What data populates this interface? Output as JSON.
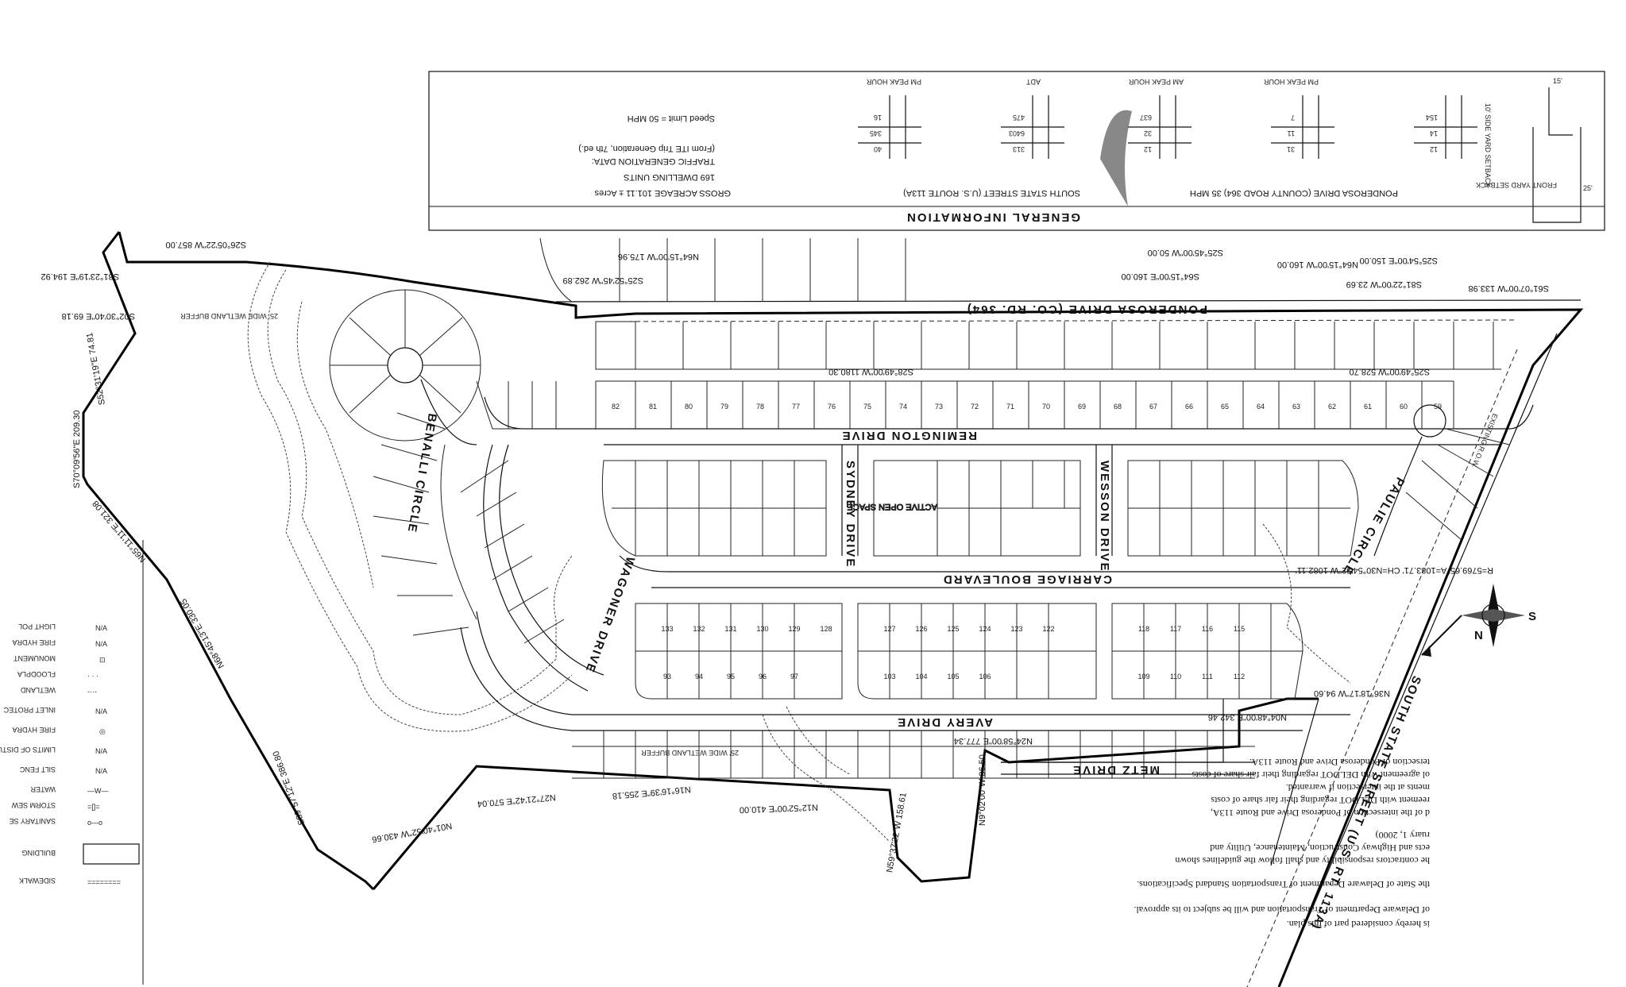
{
  "general_info": {
    "title": "GENERAL INFORMATION",
    "gross_acreage": "GROSS ACREAGE   101.11 ± Acres",
    "dwelling_units": "169 DWELLING UNITS",
    "trip_gen": "TRAFFIC GENERATION DATA:",
    "trip_source": "(From ITE Trip Generation, 7th ed.)",
    "speed_limit": "Speed Limit = 50 MPH",
    "road1": "SOUTH STATE STREET (U.S. ROUTE 113A)",
    "road2": "PONDEROSA DRIVE (COUNTY ROAD 364)  35 MPH",
    "pm_peak": "PM PEAK HOUR",
    "am_peak": "AM PEAK HOUR",
    "adt": "ADT",
    "pm_peak_2": "PM PEAK HOUR",
    "am_peak_2": "AM PEAK HOUR",
    "front_yard": "FRONT YARD SETBACK",
    "side_yard": "10' SIDE YARD SETBACK",
    "rear": "25'",
    "setback_side": "15'"
  },
  "streets": {
    "ponderosa": "PONDEROSA DRIVE (CO. RD. 364)",
    "remington": "REMINGTON DRIVE",
    "carriage": "CARRIAGE BOULEVARD",
    "avery": "AVERY DRIVE",
    "sydney": "SYDNEY DRIVE",
    "wesson": "WESSON DRIVE",
    "waggoner": "WAGONER DRIVE",
    "benali": "BENALLI CIRCLE",
    "paulie": "PAULIE CIRCLE",
    "south_state": "SOUTH STATE STREET (U.S. RT. 113A)",
    "metz": "METZ DRIVE"
  },
  "open_space": "ACTIVE OPEN SPACE",
  "bearings": {
    "b1": "S26°05'22\"W  857.00",
    "b2": "S81°23'19\"E  194.92",
    "b3": "S02°30'40\"E  69.18",
    "b4": "S52°31'19\"E  74.81",
    "b5": "S70°09'56\"E  209.30",
    "b6": "N65°11'11\"E  321.08",
    "b7": "N68°45'13\"E  330.05",
    "b8": "S25°49'00\"W  528.70",
    "b9": "S28°49'00\"W  1180.30",
    "b10": "S25°52'45\"W  262.89",
    "b11": "N64°15'00\"W  175.96",
    "b12": "S64°15'00\"E  160.00",
    "b13": "S25°45'00\"W  50.00",
    "b14": "N64°15'00\"W  160.00",
    "b15": "S81°22'00\"W  23.69",
    "b16": "S25°54'00\"E  150.00",
    "b17": "S61°07'00\"W  133.98",
    "b18": "N36°18'17\"W  94.60",
    "b19": "N24°58'00\"E  777.34",
    "b20": "N04°48'00\"E  342.46",
    "b21": "N01°40'52\"W  430.66",
    "b22": "N16°16'39\"E  255.18",
    "b23": "N12°52'00\"E  410.00",
    "b24": "N27°21'42\"E  570.04",
    "b25": "N59°37'22\"W  158.61",
    "b26": "S89°57'12\"E  386.80",
    "b27": "N9°02'00\"W  36.50",
    "curve": "R=5769.65'  A=1083.71'  CH=N30°54'52\"W  1082.11'",
    "buffer1": "25' WIDE WETLAND BUFFER",
    "buffer2": "25' WIDE WETLAND BUFFER",
    "existing_row": "EXISTING R.O.W."
  },
  "legend": {
    "items": [
      {
        "label": "SIDEWALK",
        "symbol": "========"
      },
      {
        "label": "BUILDING",
        "symbol": "[  ]"
      },
      {
        "label": "SANITARY SE",
        "symbol": "o—o"
      },
      {
        "label": "STORM SEW",
        "symbol": "=[]="
      },
      {
        "label": "WATER",
        "symbol": "—W—"
      },
      {
        "label": "SILT FENC",
        "symbol": "N/A"
      },
      {
        "label": "LIMITS OF DISTURBAN",
        "symbol": "N/A"
      },
      {
        "label": "FIRE HYDRA",
        "symbol": "◎"
      },
      {
        "label": "INLET PROTEC",
        "symbol": "N/A"
      },
      {
        "label": "WETLAND",
        "symbol": "-··-"
      },
      {
        "label": "FLOODPLA",
        "symbol": "· · ·"
      },
      {
        "label": "MONUMENT",
        "symbol": "⊡"
      },
      {
        "label": "FIRE HYDRA",
        "symbol": "N/A"
      },
      {
        "label": "LIGHT POL",
        "symbol": "N/A"
      }
    ]
  },
  "notes": {
    "n1": "is hereby considered part of this plan.",
    "n2": "of Delaware Department of Transportation and will be subject to its approval.",
    "n3": "the State of Delaware Department of Transportation Standard Specifications.",
    "n4": "he contractors responsibility and shall follow the guidelines shown",
    "n5": "ects and Highway Construction, Maintenance, Utility and",
    "n6": "ruary 1, 2000)",
    "n7": "d of the intersection of Ponderosa Drive and Route 113A,",
    "n8": "reement with DELDOT regarding their fair share of costs",
    "n9": "ments at the intersection if warranted.",
    "n10": "ol agreement with DELDOT regarding their fair share of costs",
    "n11": "tersection of Ponderosa Drive and Route 113A."
  },
  "north": {
    "n": "N",
    "s": "S"
  }
}
